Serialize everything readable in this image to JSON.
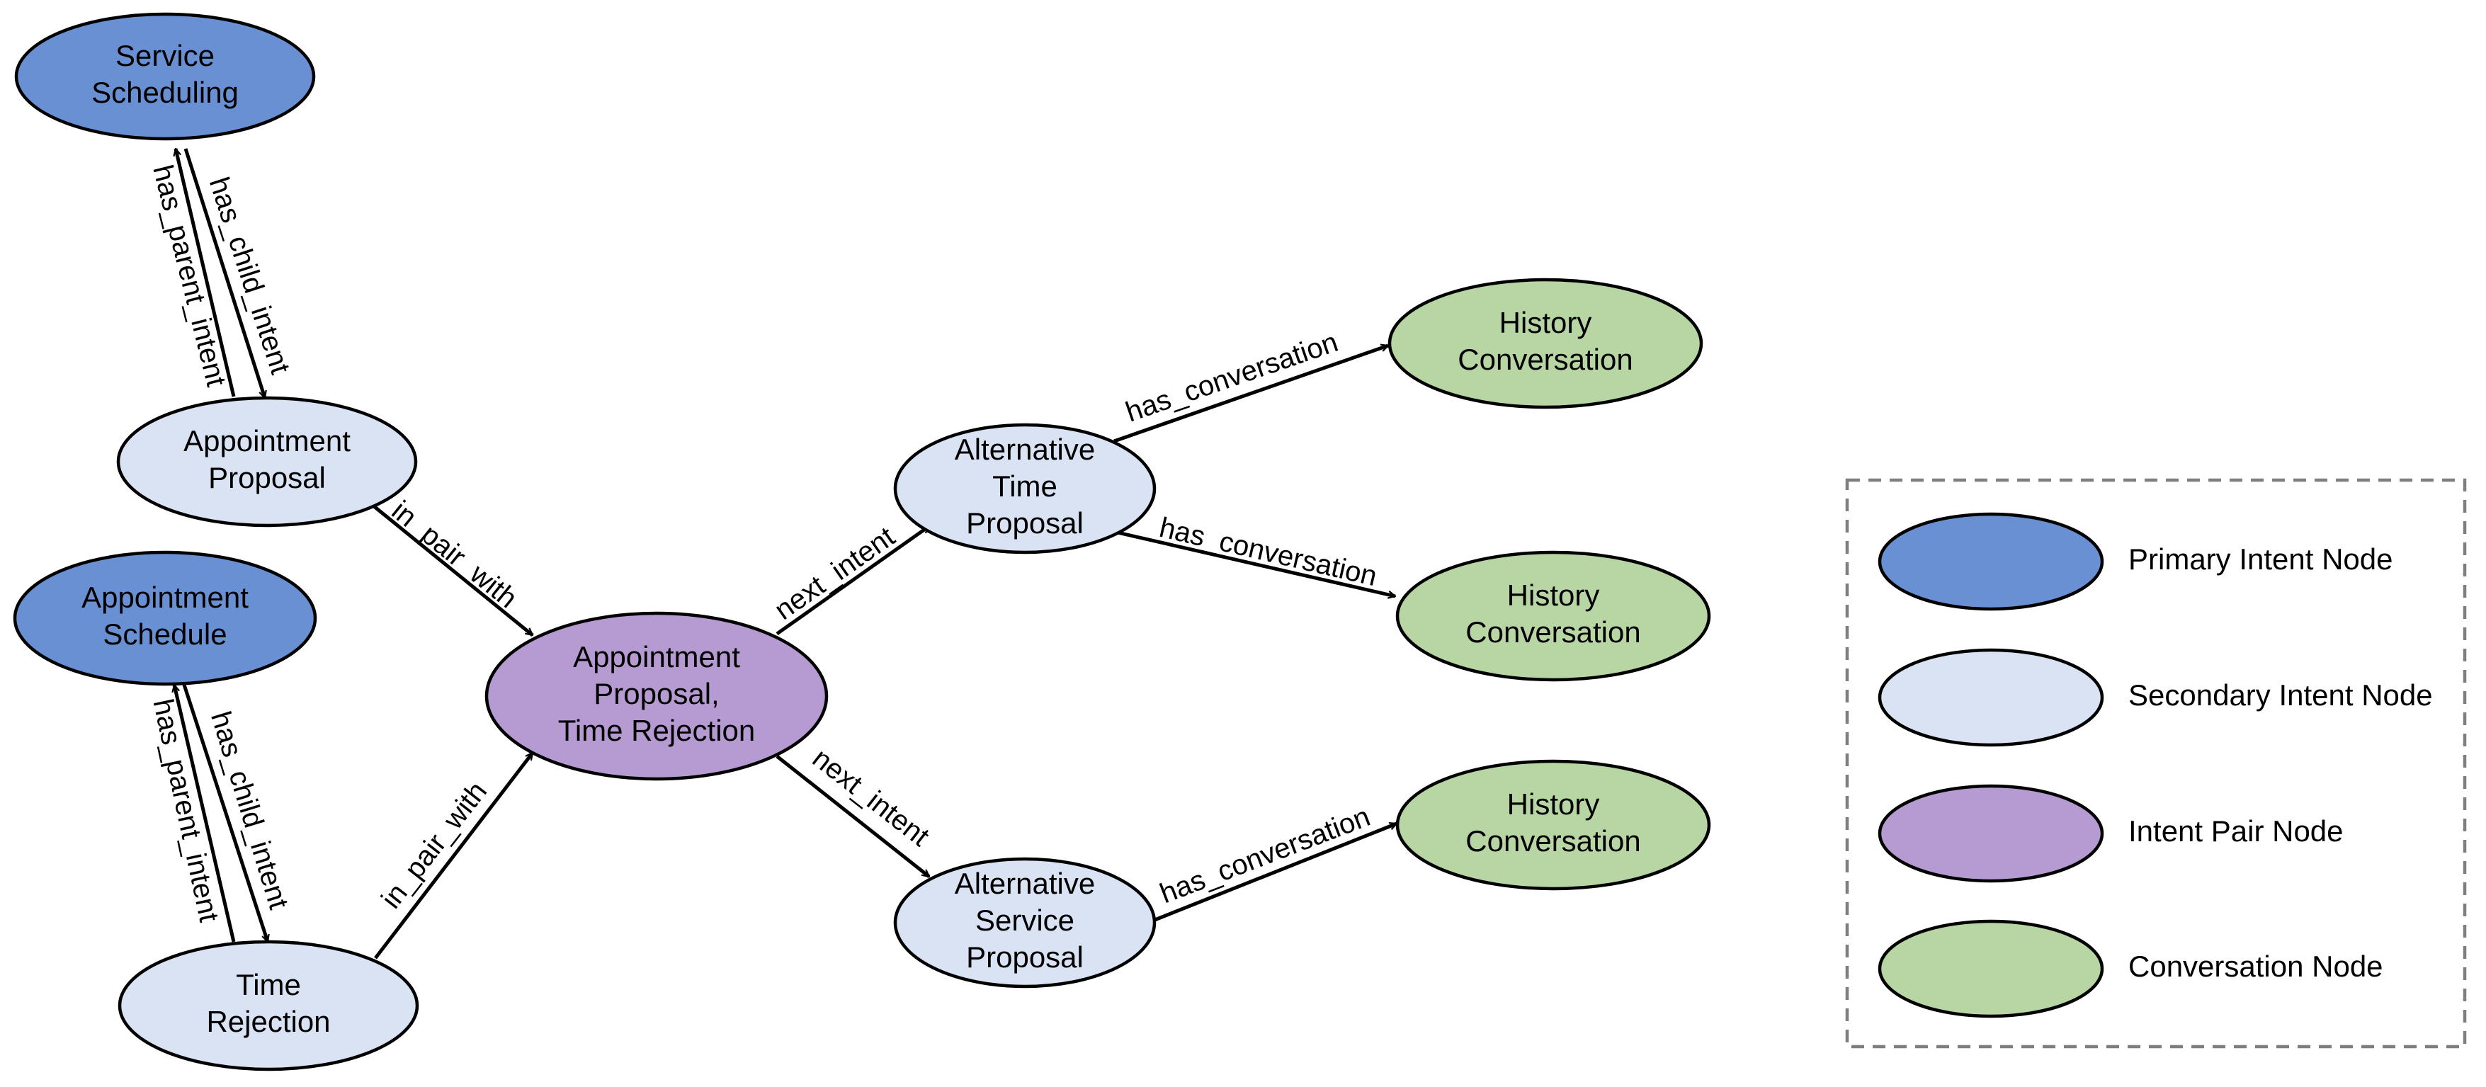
{
  "colors": {
    "primary": "#6a90d4",
    "secondary": "#dae3f3",
    "pair": "#b69bd2",
    "conversation": "#b7d6a3",
    "stroke": "#000000",
    "legend_border": "#7f7f7f"
  },
  "nodes": [
    {
      "id": "service-scheduling",
      "type": "primary",
      "lines": [
        "Service",
        "Scheduling"
      ]
    },
    {
      "id": "appointment-proposal",
      "type": "secondary",
      "lines": [
        "Appointment",
        "Proposal"
      ]
    },
    {
      "id": "appointment-schedule",
      "type": "primary",
      "lines": [
        "Appointment",
        "Schedule"
      ]
    },
    {
      "id": "time-rejection",
      "type": "secondary",
      "lines": [
        "Time",
        "Rejection"
      ]
    },
    {
      "id": "intent-pair",
      "type": "pair",
      "lines": [
        "Appointment",
        "Proposal,",
        "Time Rejection"
      ]
    },
    {
      "id": "alt-time-proposal",
      "type": "secondary",
      "lines": [
        "Alternative",
        "Time",
        "Proposal"
      ]
    },
    {
      "id": "alt-service-proposal",
      "type": "secondary",
      "lines": [
        "Alternative",
        "Service",
        "Proposal"
      ]
    },
    {
      "id": "history-1",
      "type": "conversation",
      "lines": [
        "History",
        "Conversation"
      ]
    },
    {
      "id": "history-2",
      "type": "conversation",
      "lines": [
        "History",
        "Conversation"
      ]
    },
    {
      "id": "history-3",
      "type": "conversation",
      "lines": [
        "History",
        "Conversation"
      ]
    }
  ],
  "edges": [
    {
      "id": "e1",
      "label": "has_parent_intent",
      "from": "appointment-proposal",
      "to": "service-scheduling"
    },
    {
      "id": "e2",
      "label": "has_child_intent",
      "from": "service-scheduling",
      "to": "appointment-proposal"
    },
    {
      "id": "e3",
      "label": "has_parent_intent",
      "from": "time-rejection",
      "to": "appointment-schedule"
    },
    {
      "id": "e4",
      "label": "has_child_intent",
      "from": "appointment-schedule",
      "to": "time-rejection"
    },
    {
      "id": "e5",
      "label": "in_pair_with",
      "from": "appointment-proposal",
      "to": "intent-pair"
    },
    {
      "id": "e6",
      "label": "in_pair_with",
      "from": "time-rejection",
      "to": "intent-pair"
    },
    {
      "id": "e7",
      "label": "next_intent",
      "from": "intent-pair",
      "to": "alt-time-proposal"
    },
    {
      "id": "e8",
      "label": "next_intent",
      "from": "intent-pair",
      "to": "alt-service-proposal"
    },
    {
      "id": "e9",
      "label": "has_conversation",
      "from": "alt-time-proposal",
      "to": "history-1"
    },
    {
      "id": "e10",
      "label": "has_conversation",
      "from": "alt-time-proposal",
      "to": "history-2"
    },
    {
      "id": "e11",
      "label": "has_conversation",
      "from": "alt-service-proposal",
      "to": "history-3"
    }
  ],
  "legend": [
    {
      "type": "primary",
      "label": "Primary Intent Node"
    },
    {
      "type": "secondary",
      "label": "Secondary Intent Node"
    },
    {
      "type": "pair",
      "label": "Intent Pair Node"
    },
    {
      "type": "conversation",
      "label": "Conversation Node"
    }
  ]
}
